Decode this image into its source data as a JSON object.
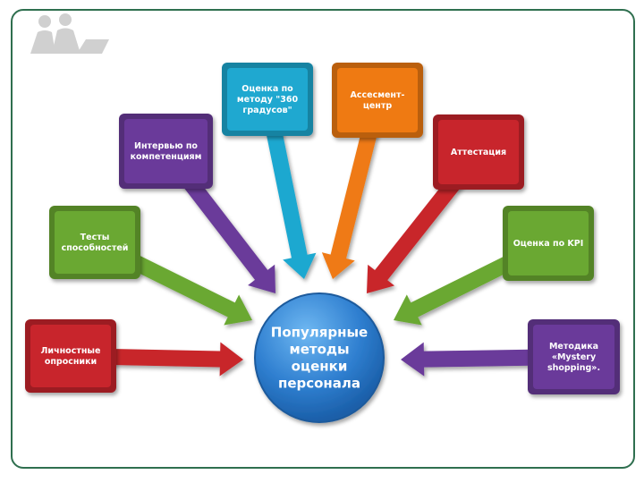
{
  "center": {
    "lines": [
      "Популярные",
      "методы",
      "оценки",
      "персонала"
    ],
    "color": "#2f7fd0"
  },
  "methods": [
    {
      "id": "personality",
      "lines": [
        "Личностные",
        "опросники"
      ],
      "color": "#c8252c"
    },
    {
      "id": "ability",
      "lines": [
        "Тесты",
        "способностей"
      ],
      "color": "#6aa832"
    },
    {
      "id": "interview",
      "lines": [
        "Интервью по",
        "компетенциям"
      ],
      "color": "#6a3a9a"
    },
    {
      "id": "360",
      "lines": [
        "Оценка по",
        "методу \"360",
        "градусов\""
      ],
      "color": "#1fa8d0"
    },
    {
      "id": "assessment",
      "lines": [
        "Ассесмент-",
        "центр"
      ],
      "color": "#ef7a12"
    },
    {
      "id": "attestation",
      "lines": [
        "Аттестация"
      ],
      "color": "#c8252c"
    },
    {
      "id": "kpi",
      "lines": [
        "Оценка по KPI"
      ],
      "color": "#6aa832"
    },
    {
      "id": "mystery",
      "lines": [
        "Методика",
        "«Mystery",
        "shopping»."
      ],
      "color": "#6a3a9a"
    }
  ],
  "icons": {
    "logo": "people-silhouette-icon"
  }
}
